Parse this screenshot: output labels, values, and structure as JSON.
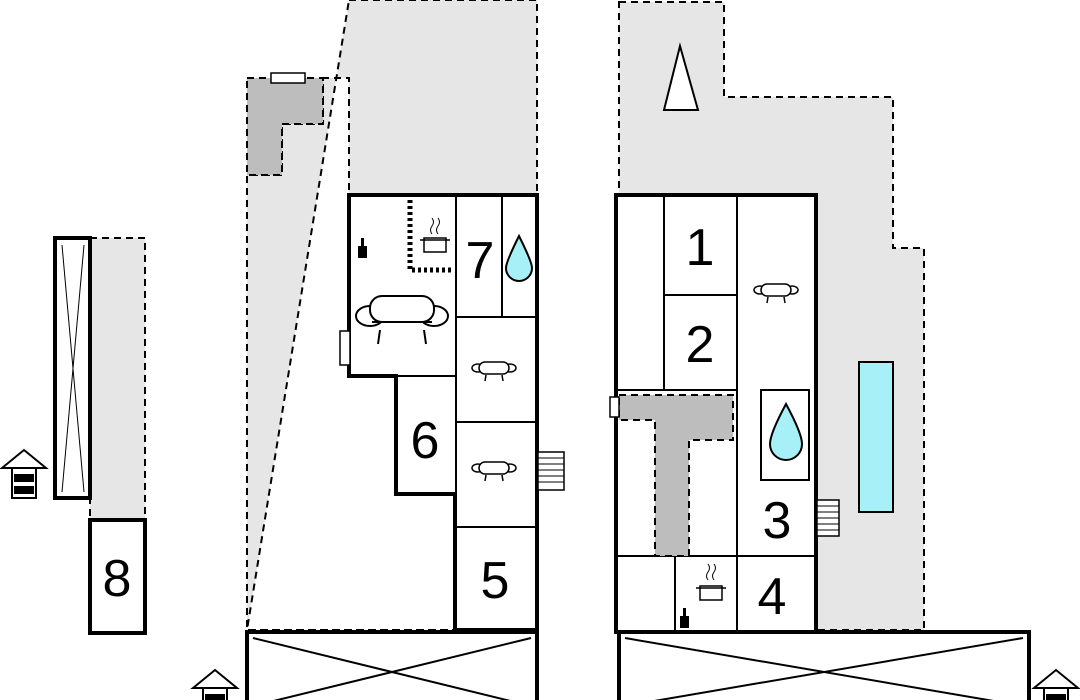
{
  "rooms": [
    {
      "id": "room-1",
      "label": "1"
    },
    {
      "id": "room-2",
      "label": "2"
    },
    {
      "id": "room-3",
      "label": "3"
    },
    {
      "id": "room-4",
      "label": "4"
    },
    {
      "id": "room-5",
      "label": "5"
    },
    {
      "id": "room-6",
      "label": "6"
    },
    {
      "id": "room-7",
      "label": "7"
    },
    {
      "id": "room-8",
      "label": "8"
    }
  ],
  "icons": [
    "sofa-icon",
    "armchair-icon",
    "cooking-pot-icon",
    "fireplace-icon",
    "water-drop-icon",
    "pool",
    "north-arrow-icon",
    "building-icon",
    "stairs-icon",
    "door-icon",
    "garage-icon"
  ],
  "colors": {
    "pool": "#a8f0f8",
    "water": "#a8f0f8",
    "outdoor": "#e6e6e6",
    "hallway": "#bdbdbd"
  }
}
